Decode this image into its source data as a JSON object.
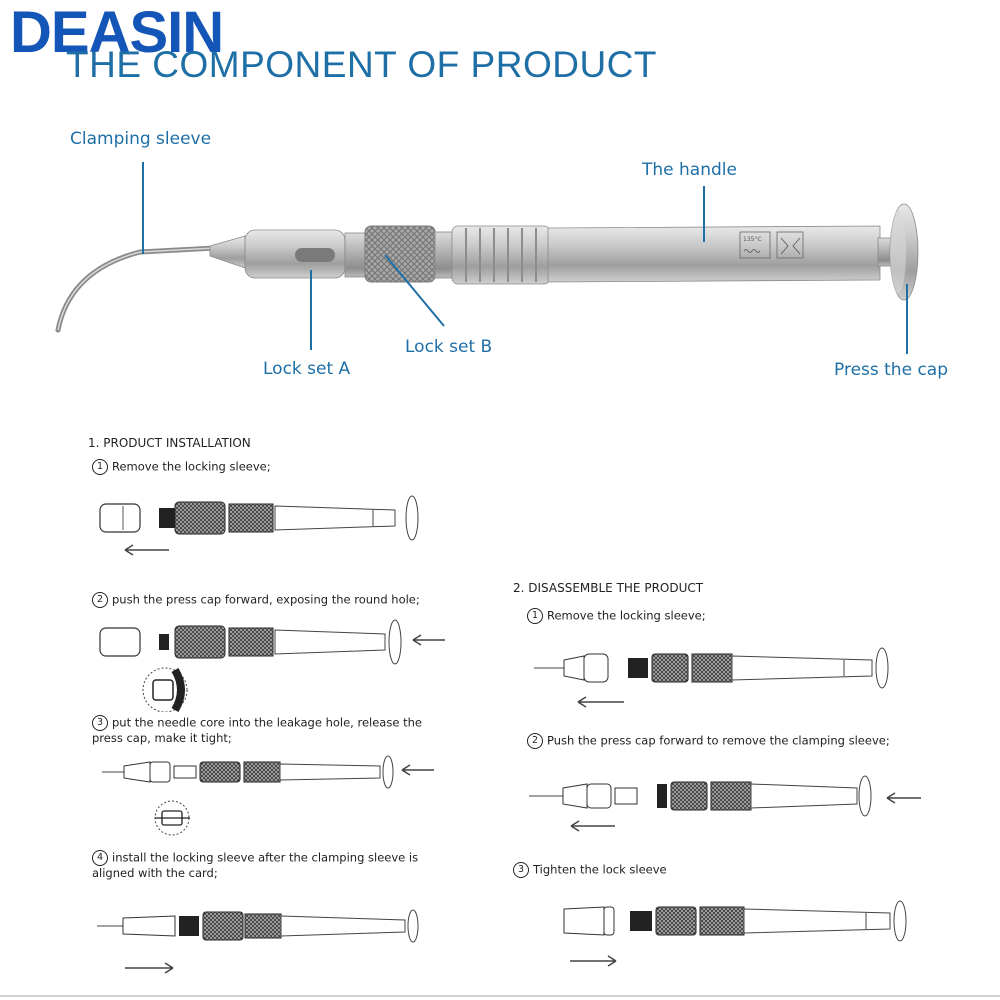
{
  "brand": "DEASIN",
  "heading": "THE COMPONENT OF PRODUCT",
  "labels": {
    "clamping_sleeve": "Clamping sleeve",
    "handle": "The handle",
    "lock_a": "Lock set A",
    "lock_b": "Lock set B",
    "press_cap": "Press the cap"
  },
  "handle_marks": {
    "temp": "135°C"
  },
  "installation": {
    "title": "1. PRODUCT INSTALLATION",
    "steps": [
      {
        "num": "1",
        "text": "Remove the locking sleeve;"
      },
      {
        "num": "2",
        "text": "push the press cap forward, exposing the round hole;"
      },
      {
        "num": "3",
        "text": "put the needle core into the leakage hole, release the press cap, make it tight;"
      },
      {
        "num": "4",
        "text": "install the locking sleeve after the clamping sleeve is aligned with the card;"
      }
    ]
  },
  "disassemble": {
    "title": "2. DISASSEMBLE THE PRODUCT",
    "steps": [
      {
        "num": "1",
        "text": "Remove the locking sleeve;"
      },
      {
        "num": "2",
        "text": "Push the press cap forward to remove the clamping sleeve;"
      },
      {
        "num": "3",
        "text": "Tighten the lock sleeve"
      }
    ]
  }
}
